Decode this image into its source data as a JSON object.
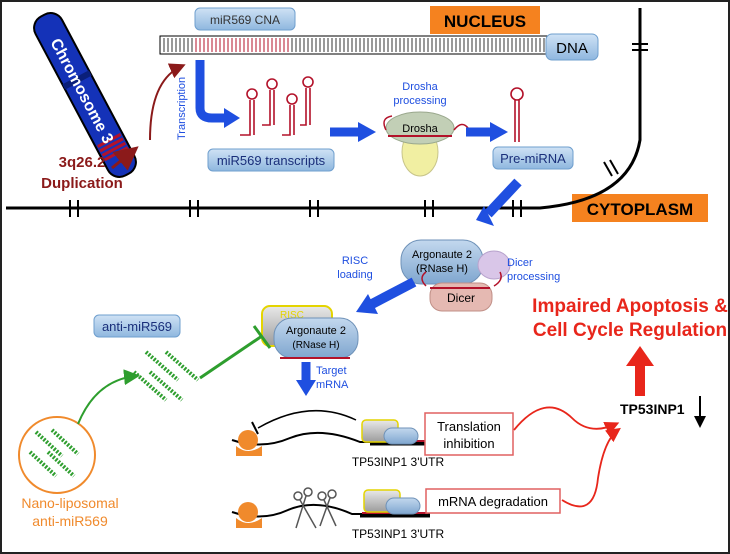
{
  "labels": {
    "nucleus": "NUCLEUS",
    "cytoplasm": "CYTOPLASM",
    "dna": "DNA",
    "mir_cna": "miR569 CNA",
    "chromosome": "Chromosome 3",
    "dup_line1": "3q26.2",
    "dup_line2": "Duplication",
    "transcription": "Transcription",
    "mir_transcripts": "miR569 transcripts",
    "drosha_proc_1": "Drosha",
    "drosha_proc_2": "processing",
    "drosha": "Drosha",
    "pre_mirna": "Pre-miRNA",
    "ago2_top_1": "Argonaute 2",
    "ago2_top_2": "(RNase H)",
    "dicer_proc_1": "Dicer",
    "dicer_proc_2": "processing",
    "dicer": "Dicer",
    "risc_load_1": "RISC",
    "risc_load_2": "loading",
    "risc": "RISC",
    "ago2_1": "Argonaute 2",
    "ago2_2": "(RNase H)",
    "target_1": "Target",
    "target_2": "mRNA",
    "anti_mir": "anti-miR569",
    "nano_1": "Nano-liposomal",
    "nano_2": "anti-miR569",
    "translation_1": "Translation",
    "translation_2": "inhibition",
    "utr_1": "TP53INP1 3'UTR",
    "mrna_deg": "mRNA degradation",
    "utr_2": "TP53INP1 3'UTR",
    "tp53": "TP53INP1",
    "impaired_1": "Impaired Apoptosis &",
    "impaired_2": "Cell Cycle Regulation"
  },
  "colors": {
    "orange_box": "#f5821f",
    "blue_arrow": "#1f4fe0",
    "dark_red": "#8b1a1a",
    "red_text": "#e8261b",
    "green": "#2e9e2e",
    "nano_orange": "#f08a2c",
    "bubble_fill": "#9ec3e6",
    "bubble_stroke": "#6f9fce",
    "chromosome_blue": "#1432b8",
    "rna_red": "#b3122a"
  }
}
